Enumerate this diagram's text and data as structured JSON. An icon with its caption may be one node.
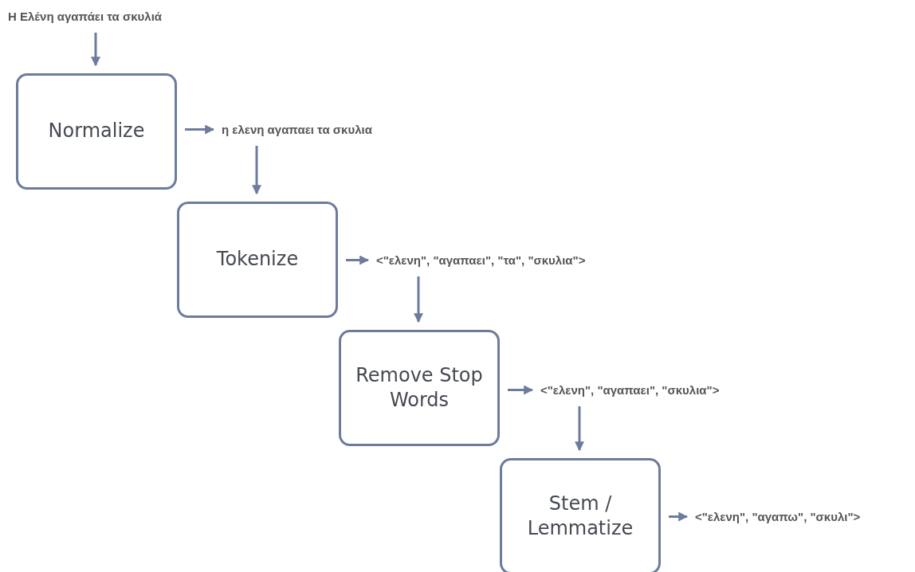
{
  "diagram": {
    "nodes": [
      {
        "text": [
          "Η Ελένη αγαπάει τα σκυλιά"
        ]
      },
      {
        "text": [
          "Normalize"
        ]
      },
      {
        "text": [
          "η ελενη αγαπαει τα σκυλια"
        ]
      },
      {
        "text": [
          "Tokenize"
        ]
      },
      {
        "text": [
          "<\"ελενη\", \"αγαπαει\", \"τα\", \"σκυλια\">"
        ]
      },
      {
        "text": [
          "Remove Stop Words"
        ]
      },
      {
        "text": [
          "<\"ελενη\", \"αγαπαει\", \"σκυλια\">"
        ]
      },
      {
        "text": [
          "Stem / Lemmatize"
        ]
      },
      {
        "text": [
          "<\"ελενη\", \"αγαπω\", \"σκυλι\">"
        ]
      }
    ],
    "edges": [
      {
        "from": 0,
        "to": 1,
        "arrow": "to"
      },
      {
        "from": 1,
        "to": 2,
        "arrow": "to"
      },
      {
        "from": 2,
        "to": 3,
        "arrow": "to"
      },
      {
        "from": 3,
        "to": 4,
        "arrow": "to"
      },
      {
        "from": 4,
        "to": 5,
        "arrow": "to"
      },
      {
        "from": 5,
        "to": 6,
        "arrow": "to"
      },
      {
        "from": 6,
        "to": 7,
        "arrow": "to"
      },
      {
        "from": 7,
        "to": 8,
        "arrow": "to"
      }
    ]
  }
}
